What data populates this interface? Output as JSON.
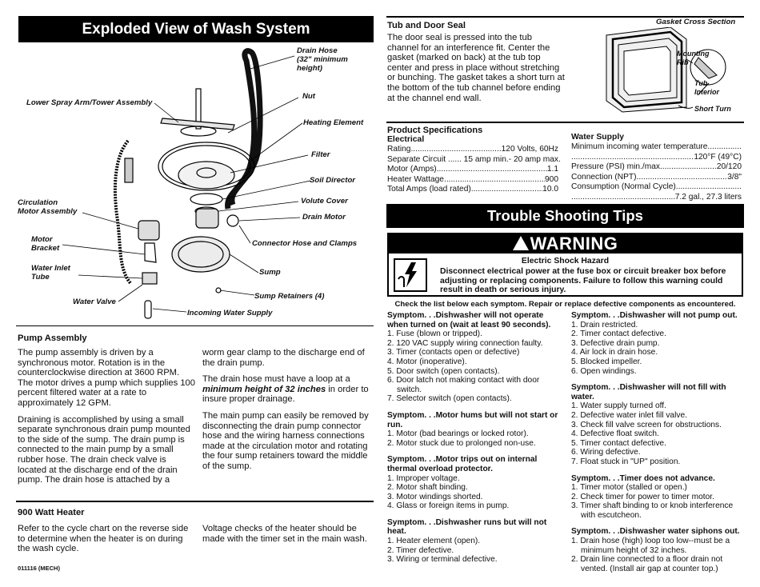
{
  "left": {
    "diagram_title": "Exploded View of Wash System",
    "callouts": {
      "drain_hose": [
        "Drain Hose",
        "(32\" minimum",
        "height)"
      ],
      "nut": "Nut",
      "lower_spray_arm": "Lower Spray Arm/Tower Assembly",
      "heating_element": "Heating Element",
      "filter": "Filter",
      "soil_director": "Soil Director",
      "volute_cover": "Volute Cover",
      "circulation_motor": [
        "Circulation",
        "Motor Assembly"
      ],
      "drain_motor": "Drain Motor",
      "motor_bracket": [
        "Motor",
        "Bracket"
      ],
      "connector_hose": "Connector Hose and Clamps",
      "water_inlet_tube": [
        "Water Inlet",
        "Tube"
      ],
      "sump": "Sump",
      "sump_retainers": "Sump Retainers (4)",
      "water_valve": "Water Valve",
      "incoming_water": "Incoming Water Supply"
    },
    "pump_assembly": {
      "heading": "Pump Assembly",
      "col1": [
        "The pump assembly is driven by a synchronous motor. Rotation is in the counterclockwise direction at 3600 RPM. The motor drives a pump which supplies 100 percent filtered water at a rate to approximately 12 GPM.",
        "Draining is accomplished by using a small separate synchronous drain pump mounted to the side of the sump. The drain pump is connected to the main pump by a small rubber hose. The drain check valve is located at the discharge end of the drain pump. The drain hose is attached by a"
      ],
      "col2_p1": "worm gear clamp to the discharge end of the drain pump.",
      "col2_p2_pre": "The drain hose must have a loop at a",
      "col2_p2_em": "minimum height of 32 inches",
      "col2_p2_post": "in order to insure proper drainage.",
      "col2_p3": "The main pump can easily be removed by disconnecting the drain pump connector hose and the wiring harness connections made at the circulation motor and rotating the four sump retainers toward the middle of the sump."
    },
    "heater": {
      "heading": "900 Watt Heater",
      "col1": "Refer to the cycle chart on the reverse side to determine when the heater is on during the wash cycle.",
      "col2": "Voltage checks of the heater should be made with the timer set in the main wash."
    },
    "footer_code": "011116 (MECH)"
  },
  "right": {
    "tub_seal": {
      "heading": "Tub and Door Seal",
      "text": "The door seal is pressed into the tub channel for an interference fit. Center the gasket (marked on back) at the tub top center and press in place without stretching or bunching. The gasket takes a short turn at the bottom of the tub channel before ending at the channel end wall."
    },
    "gasket": {
      "title": "Gasket Cross Section",
      "mounting_rib": [
        "Mounting",
        "Rib"
      ],
      "tub_interior": [
        "Tub",
        "Interior"
      ],
      "short_turn": "Short Turn"
    },
    "specs": {
      "heading": "Product  Specifications",
      "electrical_heading": "Electrical",
      "electrical": [
        {
          "label": "Rating",
          "value": "120 Volts, 60Hz"
        },
        {
          "label": "Separate Circuit ...... 15 amp min.- 20 amp max.",
          "value": ""
        },
        {
          "label": "Motor (Amps)",
          "value": "1.1"
        },
        {
          "label": "Heater Wattage",
          "value": "900"
        },
        {
          "label": "Total Amps (load rated)",
          "value": "10.0"
        }
      ],
      "water_heading": "Water Supply",
      "water": [
        {
          "label": "Minimum incoming water temperature",
          "value": ""
        },
        {
          "label": "",
          "value": "120°F (49°C)"
        },
        {
          "label": "Pressure (PSI) min./max.",
          "value": "20/120"
        },
        {
          "label": "Connection (NPT)",
          "value": "3/8\""
        },
        {
          "label": "Consumption (Normal Cycle)",
          "value": ""
        },
        {
          "label": "",
          "value": "7.2 gal., 27.3 liters"
        }
      ]
    },
    "trouble": {
      "title": "Trouble Shooting Tips",
      "warning_label": "WARNING",
      "warning_sub": "Electric Shock Hazard",
      "warning_text": "Disconnect electrical power at the fuse box or circuit breaker box before adjusting or replacing components. Failure to follow this warning could result in death or serious injury.",
      "instruction": "Check the list below each symptom.  Repair or replace defective components as encountered.",
      "col1": [
        {
          "title": "Symptom. . .Dishwasher will not operate when turned on (wait at least 90 seconds).",
          "items": [
            "1. Fuse (blown or tripped).",
            "2. 120 VAC supply wiring connection faulty.",
            "3. Timer (contacts open or defective)",
            "4. Motor (inoperative).",
            "5. Door switch (open contacts).",
            "6. Door latch not making contact with door switch.",
            "7. Selector switch (open contacts)."
          ]
        },
        {
          "title": "Symptom. . .Motor hums but will not start or run.",
          "items": [
            "1. Motor (bad bearings or locked rotor).",
            "2. Motor stuck due to prolonged non-use."
          ]
        },
        {
          "title": "Symptom. . .Motor trips out on internal thermal overload protector.",
          "items": [
            "1. Improper voltage.",
            "2. Motor shaft binding.",
            "3. Motor windings shorted.",
            "4. Glass or foreign items in pump."
          ]
        },
        {
          "title": "Symptom. . .Dishwasher runs but will not heat.",
          "items": [
            "1. Heater element (open).",
            "2. Timer defective.",
            "3. Wiring or terminal defective."
          ]
        }
      ],
      "col2": [
        {
          "title": "Symptom. . .Dishwasher will not pump out.",
          "items": [
            "1. Drain  restricted.",
            "2. Timer contact defective.",
            "3. Defective drain pump.",
            "4. Air lock in drain hose.",
            "5. Blocked impeller.",
            "6. Open windings."
          ]
        },
        {
          "title": "Symptom. . .Dishwasher will not fill with water.",
          "items": [
            "1. Water supply turned off.",
            "2. Defective water inlet fill valve.",
            "3. Check fill valve screen for obstructions.",
            "4. Defective float switch.",
            "5. Timer contact defective.",
            "6. Wiring defective.",
            "7. Float stuck in \"UP\" position."
          ]
        },
        {
          "title": "Symptom. . .Timer does not advance.",
          "items": [
            "1. Timer motor (stalled or open.)",
            "2. Check timer for power to timer motor.",
            "3. Timer shaft binding to or knob interference with escutcheon."
          ]
        },
        {
          "title": "Symptom. . .Dishwasher water siphons out.",
          "items": [
            "1. Drain hose (high) loop too low--must be a minimum height of 32 inches.",
            "2. Drain line connected to a floor drain not vented. (Install air gap at counter top.)"
          ]
        }
      ]
    }
  }
}
